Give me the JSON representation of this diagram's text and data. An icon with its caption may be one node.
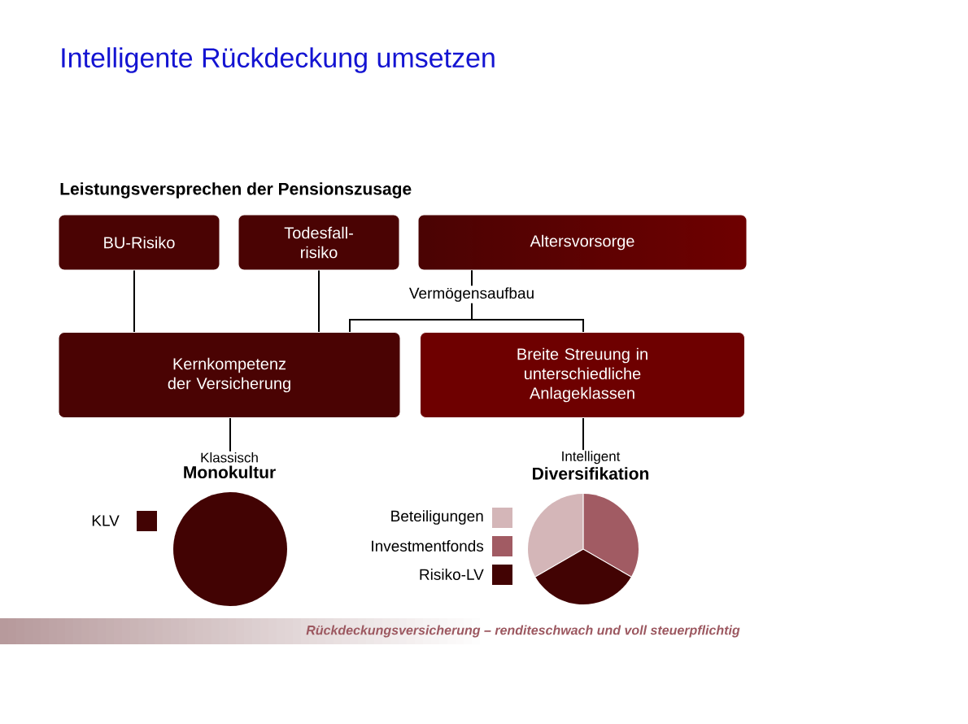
{
  "diagram": {
    "title": "Intelligente Rückdeckung umsetzen",
    "nodes": [
      {
        "text": [
          "BU-Risiko"
        ]
      },
      {
        "text": [
          "Todesfall- risiko"
        ]
      },
      {
        "text": [
          "Altersvorsorge"
        ]
      },
      {
        "text": [
          "Kernkompetenz der Versicherung"
        ]
      },
      {
        "text": [
          "Breite Streuung in unterschiedliche Anlageklassen"
        ]
      },
      {
        "text": [
          "Klassisch",
          "Monokultur"
        ]
      },
      {
        "text": [
          "Intelligent",
          "Diversifikation"
        ]
      }
    ],
    "edges": [
      {
        "from": 0,
        "to": 3,
        "arrow": "none"
      },
      {
        "from": 1,
        "to": 3,
        "arrow": "none"
      },
      {
        "from": 2,
        "to": 3,
        "arrow": "none",
        "label": "Vermögensaufbau"
      },
      {
        "from": 2,
        "to": 4,
        "arrow": "none"
      },
      {
        "from": 3,
        "to": 5,
        "arrow": "none"
      },
      {
        "from": 4,
        "to": 6,
        "arrow": "none"
      }
    ],
    "labels": [
      "Leistungsversprechen der Pensionszusage",
      "Rückdeckungsversicherung – renditeschwach und voll steuerpflichtig"
    ],
    "legend": [
      {
        "text": "KLV",
        "color": "#420303"
      },
      {
        "text": "Beteiligungen",
        "color": "#d4b6b8"
      },
      {
        "text": "Investmentfonds",
        "color": "#a15b63"
      },
      {
        "text": "Risiko-LV",
        "color": "#420303"
      }
    ]
  }
}
